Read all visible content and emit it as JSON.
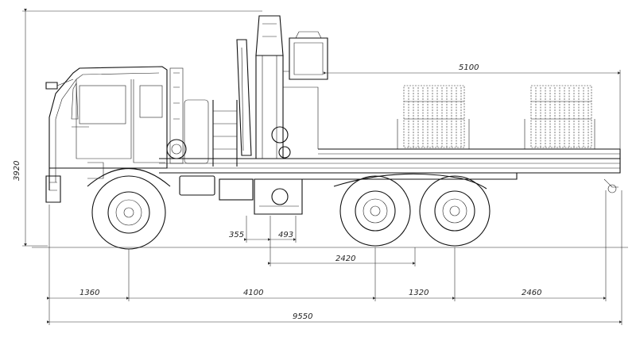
{
  "drawing": {
    "subject": "truck-with-crane-side-view",
    "dimensions": {
      "overall_length": "9550",
      "front_overhang": "1360",
      "wheelbase_front": "4100",
      "bogie_spacing": "1320",
      "rear_overhang": "2460",
      "platform_length": "5100",
      "overall_height": "3920",
      "crane_offset_a": "355",
      "crane_offset_b": "493",
      "crane_to_bogie": "2420"
    }
  }
}
